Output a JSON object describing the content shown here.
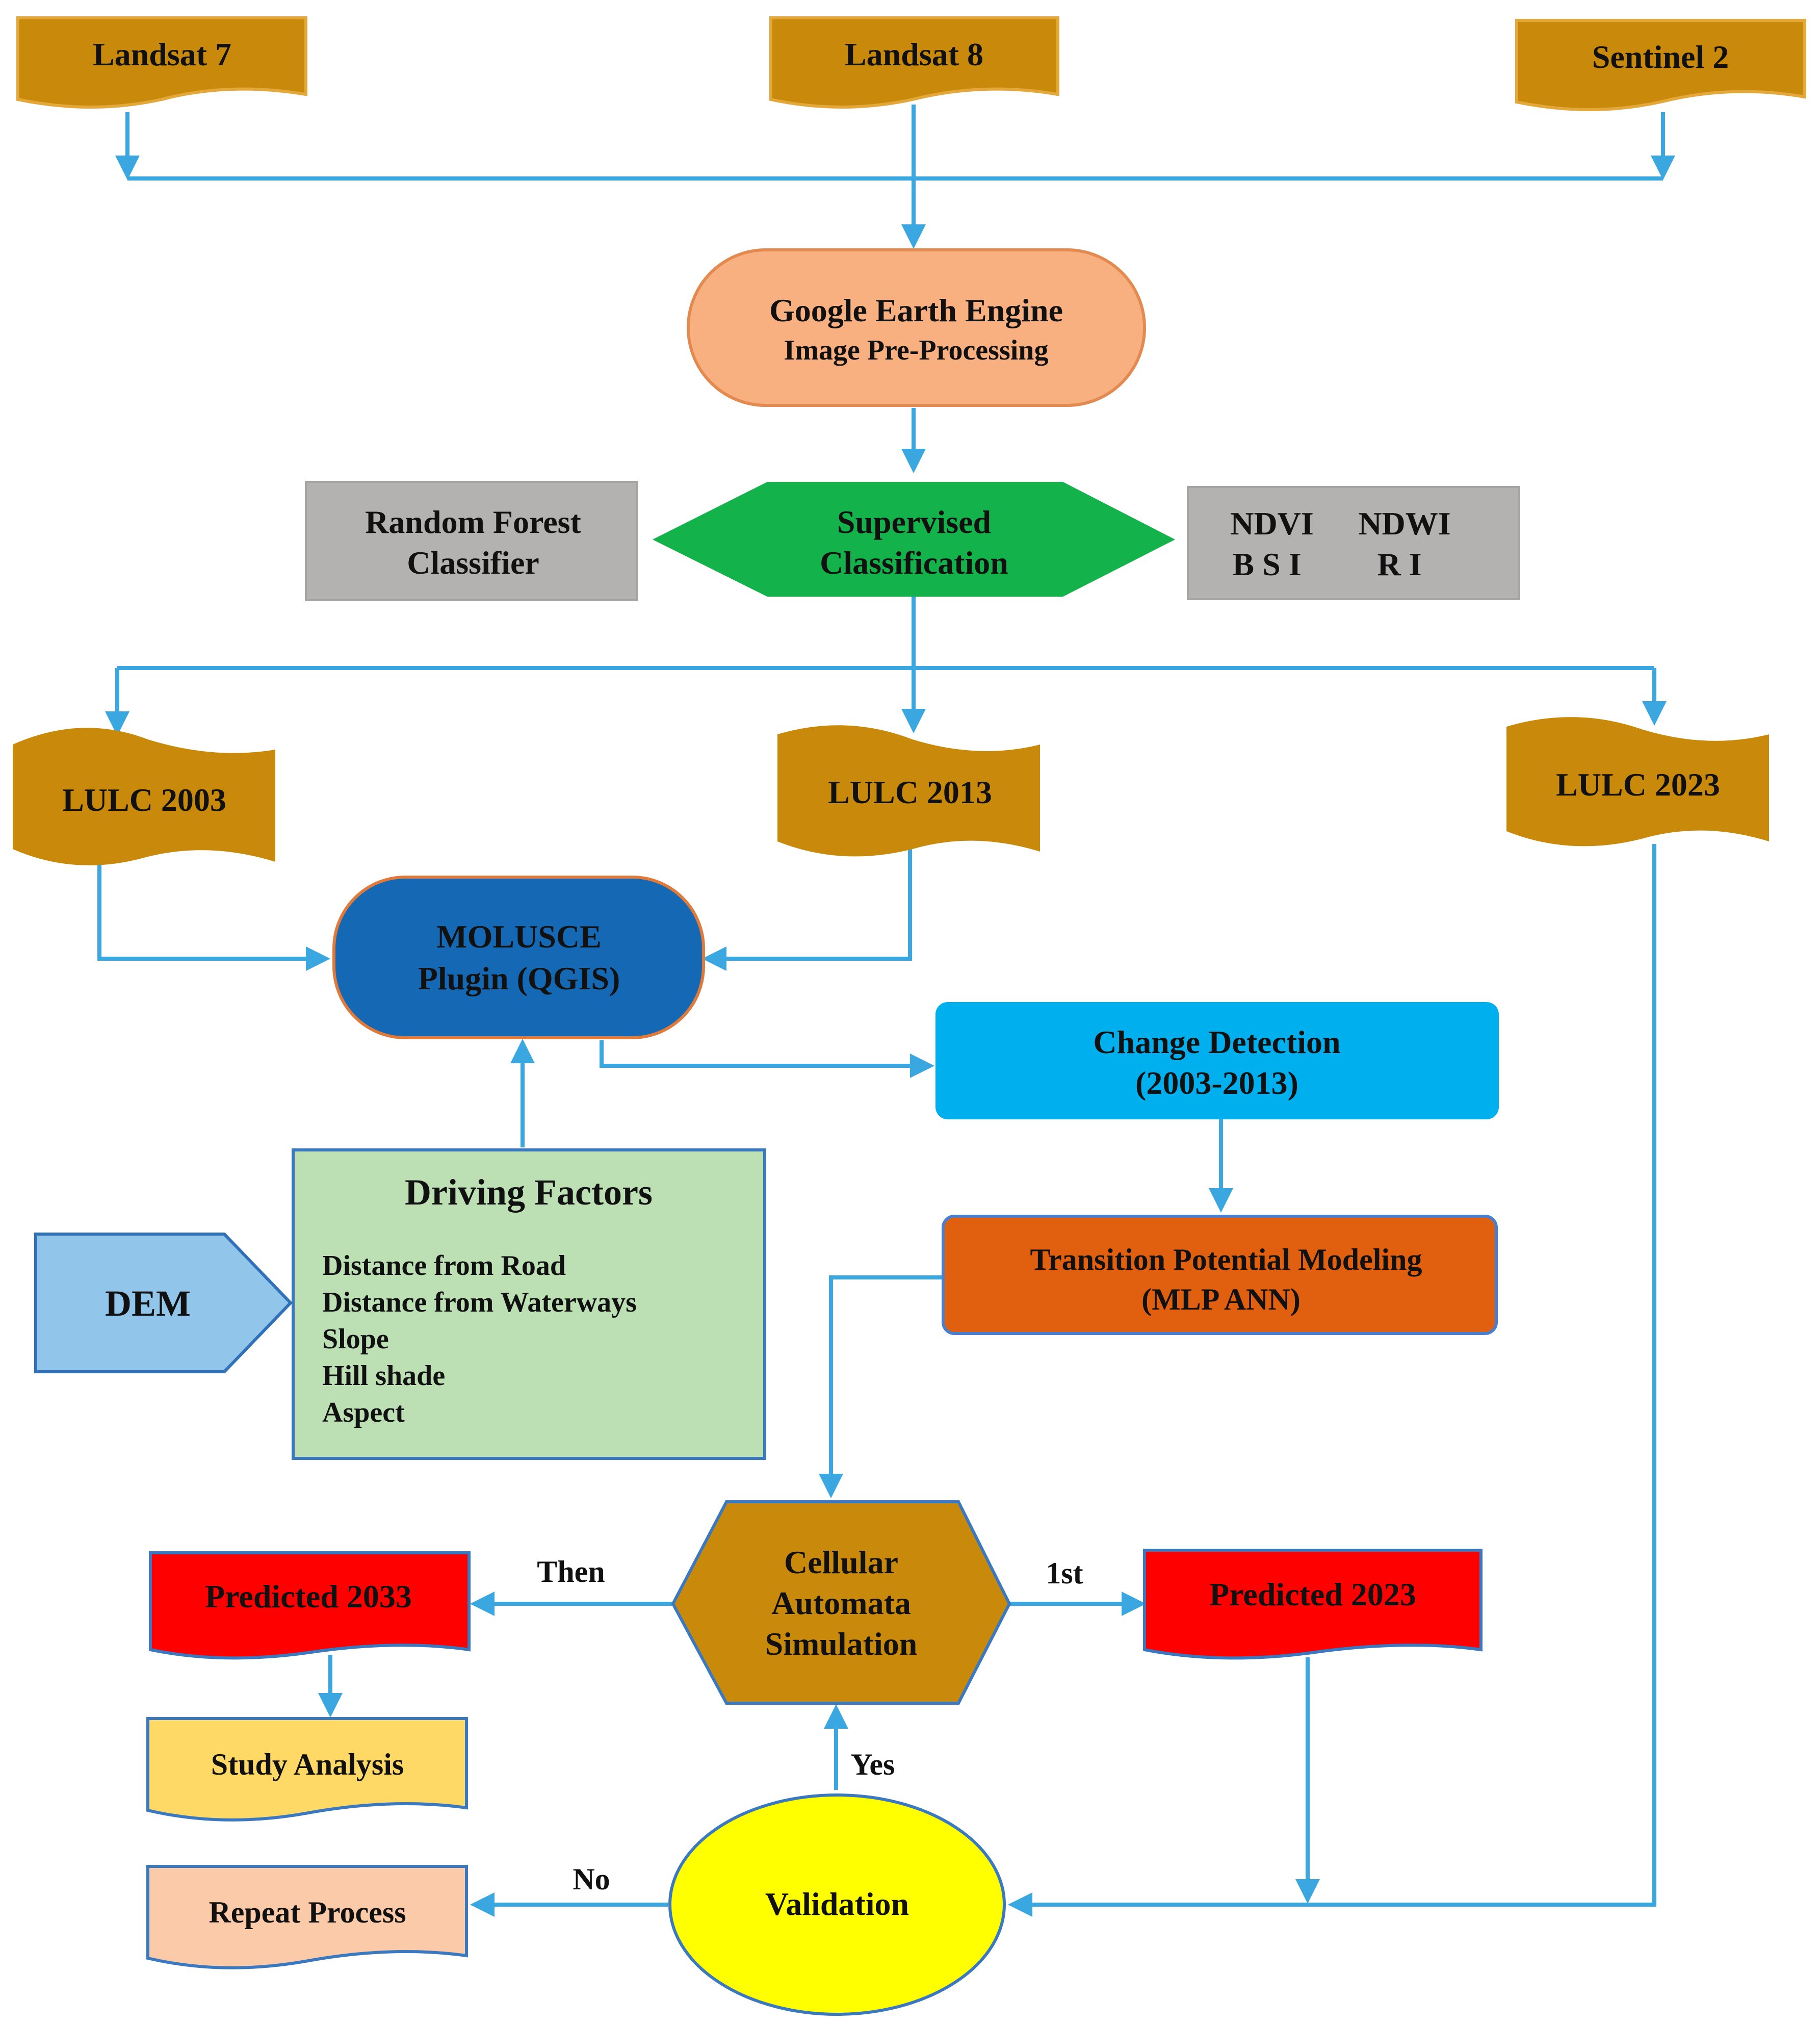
{
  "colors": {
    "arrow": "#3aa7e0",
    "source_banner": "#c98a0c",
    "source_banner_stroke": "#e3a73a",
    "gee_fill": "#f9b080",
    "gee_stroke": "#e38a50",
    "gray_box": "#b4b1b1",
    "supervised": "#13b24a",
    "molusce": "#1468b4",
    "molusce_stroke": "#e07a3a",
    "change_detection": "#00b0ee",
    "transition": "#e06010",
    "transition_stroke": "#4a7fd0",
    "driving_factors": "#bce0b4",
    "driving_factors_stroke": "#3a78c0",
    "dem": "#92c5ea",
    "dem_stroke": "#2f70b8",
    "cellular": "#c98a0c",
    "cellular_stroke": "#3a78c0",
    "predicted": "#ff0000",
    "predicted_stroke": "#3a78c0",
    "study": "#ffd966",
    "study_stroke": "#3a78c0",
    "repeat": "#fbcaa8",
    "repeat_stroke": "#3a78c0",
    "validation": "#ffff00",
    "validation_stroke": "#3a78c0"
  },
  "nodes": {
    "landsat7": "Landsat 7",
    "landsat8": "Landsat 8",
    "sentinel2": "Sentinel 2",
    "gee": {
      "line1": "Google Earth Engine",
      "line2": "Image Pre-Processing"
    },
    "random_forest": {
      "line1": "Random Forest",
      "line2": "Classifier"
    },
    "supervised": {
      "line1": "Supervised",
      "line2": "Classification"
    },
    "indices": {
      "ndvi": "NDVI",
      "ndwi": "NDWI",
      "bsi": "B S I",
      "ri": "R I"
    },
    "lulc2003": "LULC 2003",
    "lulc2013": "LULC 2013",
    "lulc2023": "LULC 2023",
    "molusce": {
      "line1": "MOLUSCE",
      "line2": "Plugin (QGIS)"
    },
    "change_detection": {
      "line1": "Change Detection",
      "line2": "(2003-2013)"
    },
    "transition": {
      "line1": "Transition Potential Modeling",
      "line2": "(MLP  ANN)"
    },
    "driving_factors": {
      "title": "Driving Factors",
      "items": [
        "Distance from Road",
        "Distance from Waterways",
        "Slope",
        "Hill shade",
        "Aspect"
      ]
    },
    "dem": "DEM",
    "cellular": {
      "line1": "Cellular",
      "line2": "Automata",
      "line3": "Simulation"
    },
    "predicted2033": "Predicted 2033",
    "predicted2023": "Predicted 2023",
    "study_analysis": "Study Analysis",
    "repeat_process": "Repeat Process",
    "validation": "Validation"
  },
  "edge_labels": {
    "then": "Then",
    "first": "1st",
    "yes": "Yes",
    "no": "No"
  }
}
